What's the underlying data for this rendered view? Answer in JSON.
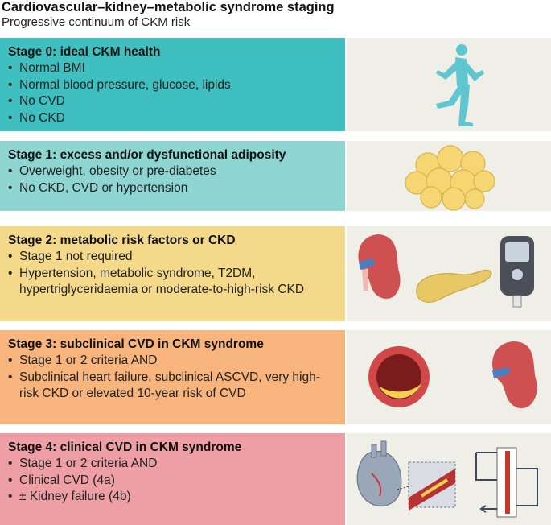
{
  "header": {
    "title": "Cardiovascular–kidney–metabolic syndrome staging",
    "subtitle": "Progressive continuum of CKM risk"
  },
  "colors": {
    "stage0": "#3fbfbf",
    "stage1": "#8fd6d3",
    "stage2": "#f4d98a",
    "stage3": "#f7b57d",
    "stage4": "#ee9fa6",
    "art_background": "#efeee7"
  },
  "stages": [
    {
      "title": "Stage 0: ideal CKM health",
      "bullets": [
        "Normal BMI",
        "Normal blood pressure, glucose, lipids",
        "No CVD",
        "No CKD"
      ],
      "icons": [
        "runner-icon"
      ]
    },
    {
      "title": "Stage 1: excess and/or dysfunctional adiposity",
      "bullets": [
        "Overweight, obesity or pre-diabetes",
        "No CKD, CVD or hypertension"
      ],
      "icons": [
        "adipose-cells-icon"
      ]
    },
    {
      "title": "Stage 2: metabolic risk factors or CKD",
      "bullets": [
        "Stage 1 not required",
        "Hypertension, metabolic syndrome, T2DM, hypertriglyceridaemia or moderate-to-high-risk CKD"
      ],
      "icons": [
        "kidney-icon",
        "pancreas-icon",
        "glucose-meter-icon"
      ]
    },
    {
      "title": "Stage 3: subclinical CVD in CKM syndrome",
      "bullets": [
        "Stage 1 or 2 criteria AND",
        "Subclinical heart failure, subclinical ASCVD, very high-risk CKD or elevated 10-year risk of CVD"
      ],
      "icons": [
        "plaque-artery-icon",
        "kidney-icon"
      ]
    },
    {
      "title": "Stage 4: clinical CVD in CKM syndrome",
      "bullets": [
        "Stage 1 or 2 criteria AND",
        "Clinical CVD (4a)",
        "± Kidney failure (4b)"
      ],
      "icons": [
        "heart-icon",
        "blocked-artery-icon",
        "dialysis-filter-icon"
      ]
    }
  ]
}
